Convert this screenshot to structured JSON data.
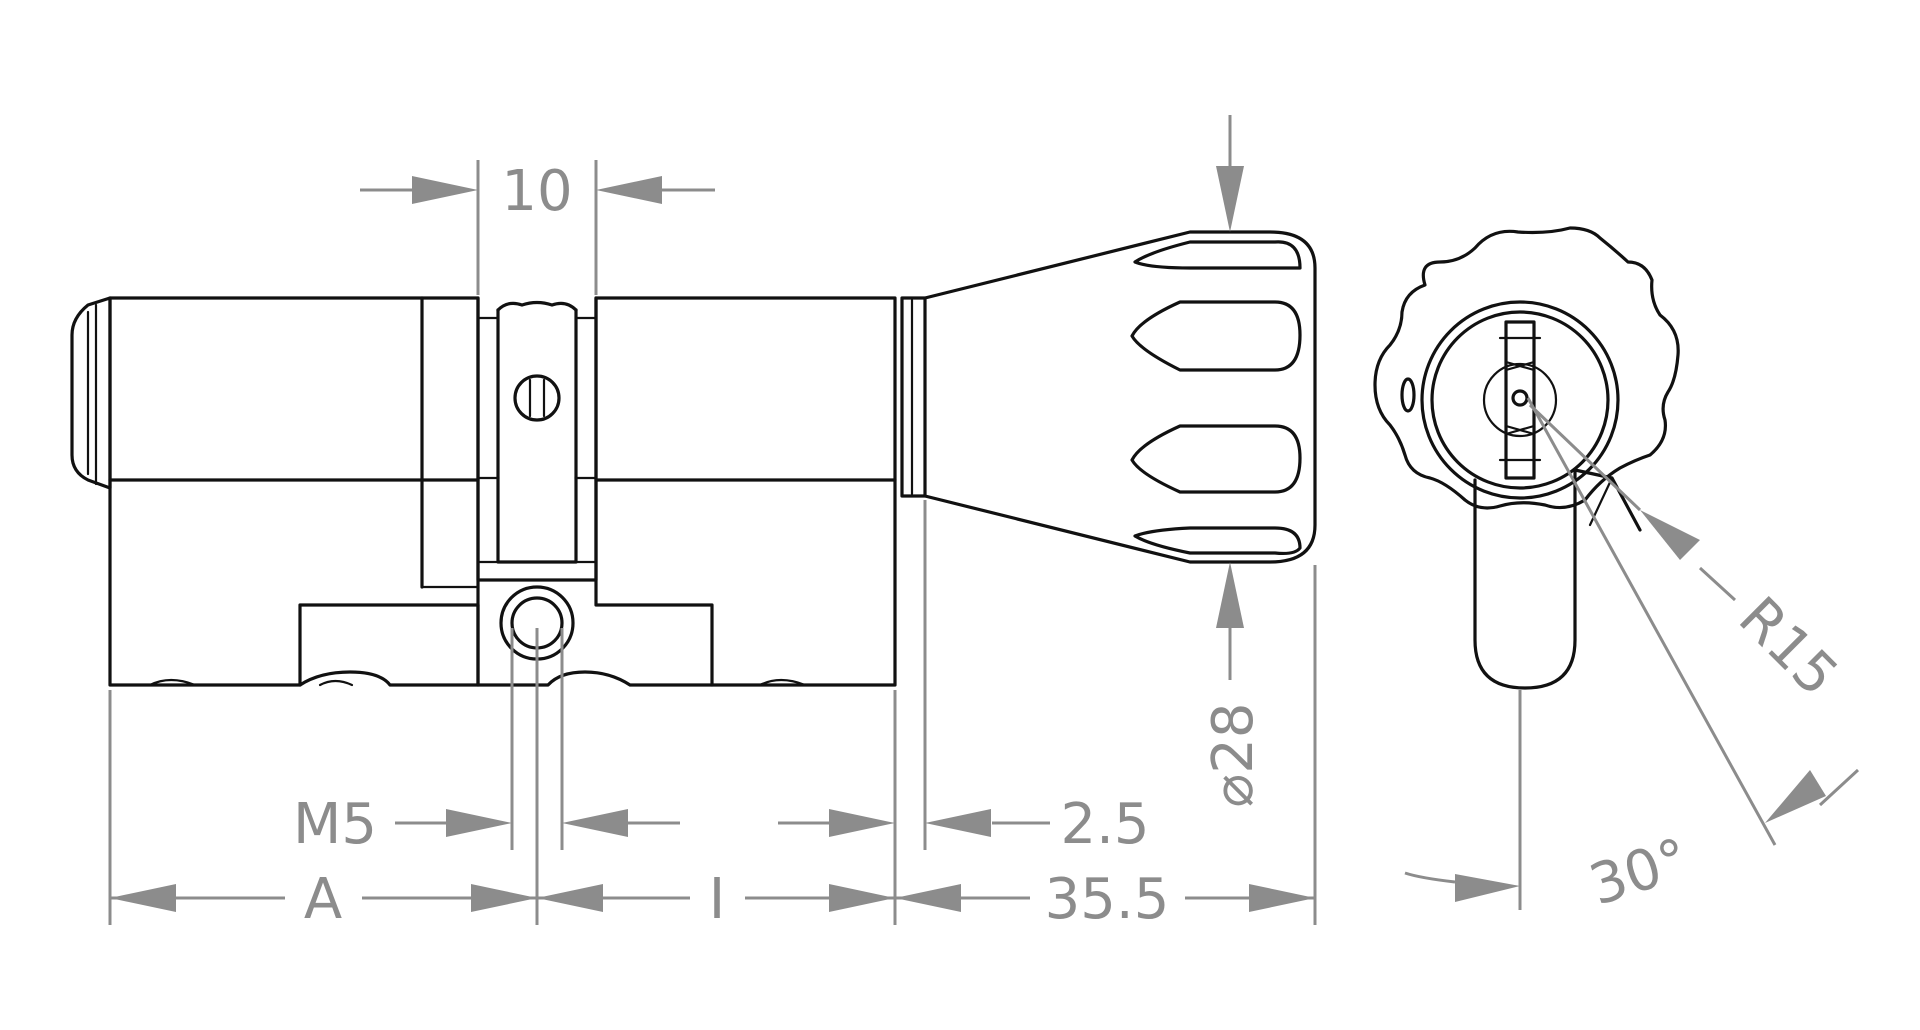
{
  "dimensions": {
    "top_width": "10",
    "thread": "M5",
    "length_a": "A",
    "length_i": "I",
    "cap_offset": "2.5",
    "knob_length": "35.5",
    "knob_diameter": "⌀28",
    "lever_radius": "R15",
    "lever_angle": "30°"
  },
  "colors": {
    "outline": "#111111",
    "dimension": "#8c8c8c",
    "background": "#ffffff"
  }
}
